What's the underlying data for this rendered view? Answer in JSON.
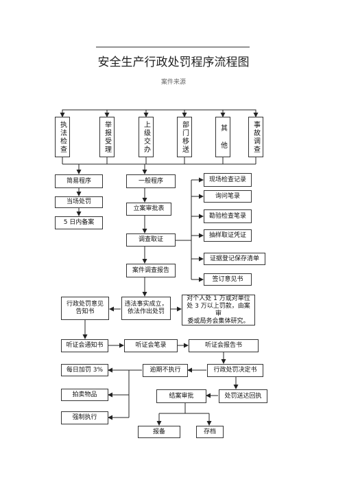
{
  "title": "安全生产行政处罚程序流程图",
  "subtitle": "案件来源",
  "sources": [
    {
      "id": "s1",
      "label": "执法检查"
    },
    {
      "id": "s2",
      "label": "举报受理"
    },
    {
      "id": "s3",
      "label": "上级交办"
    },
    {
      "id": "s4",
      "label": "部门移送"
    },
    {
      "id": "s5",
      "label": "其 他"
    },
    {
      "id": "s6",
      "label": "事故调查"
    }
  ],
  "simple": {
    "program": "简易程序",
    "on_site": "当场处罚",
    "record": "5 日内备案"
  },
  "general": {
    "program": "一般程序",
    "register": "立案审批表",
    "investigate": "调查取证",
    "report": "案件调查报告"
  },
  "evidence": [
    "现场检查记录",
    "询问笔录",
    "勘验检查笔录",
    "抽样取证凭证",
    "证据登记保存清单",
    "签订意见书"
  ],
  "decision": {
    "opinion": "行政处罚意见\n告知书",
    "established": "违法事实成立，\n依法作出处罚",
    "group_note": "对个人处 1 万或对单位\n处 3 万以上罚款，由案审\n委或局务会集体研究。"
  },
  "hearing": {
    "notice": "听证会通知书",
    "record": "听证会笔录",
    "report": "听证会报告书"
  },
  "enforcement": {
    "decision": "行政处罚决定书",
    "overdue": "逾期不执行",
    "daily": "每日加罚 3%",
    "auction": "拍卖物品",
    "forced": "强制执行",
    "delivery": "处罚送达回执",
    "close": "结案审批",
    "file": "报备",
    "archive": "存档"
  }
}
